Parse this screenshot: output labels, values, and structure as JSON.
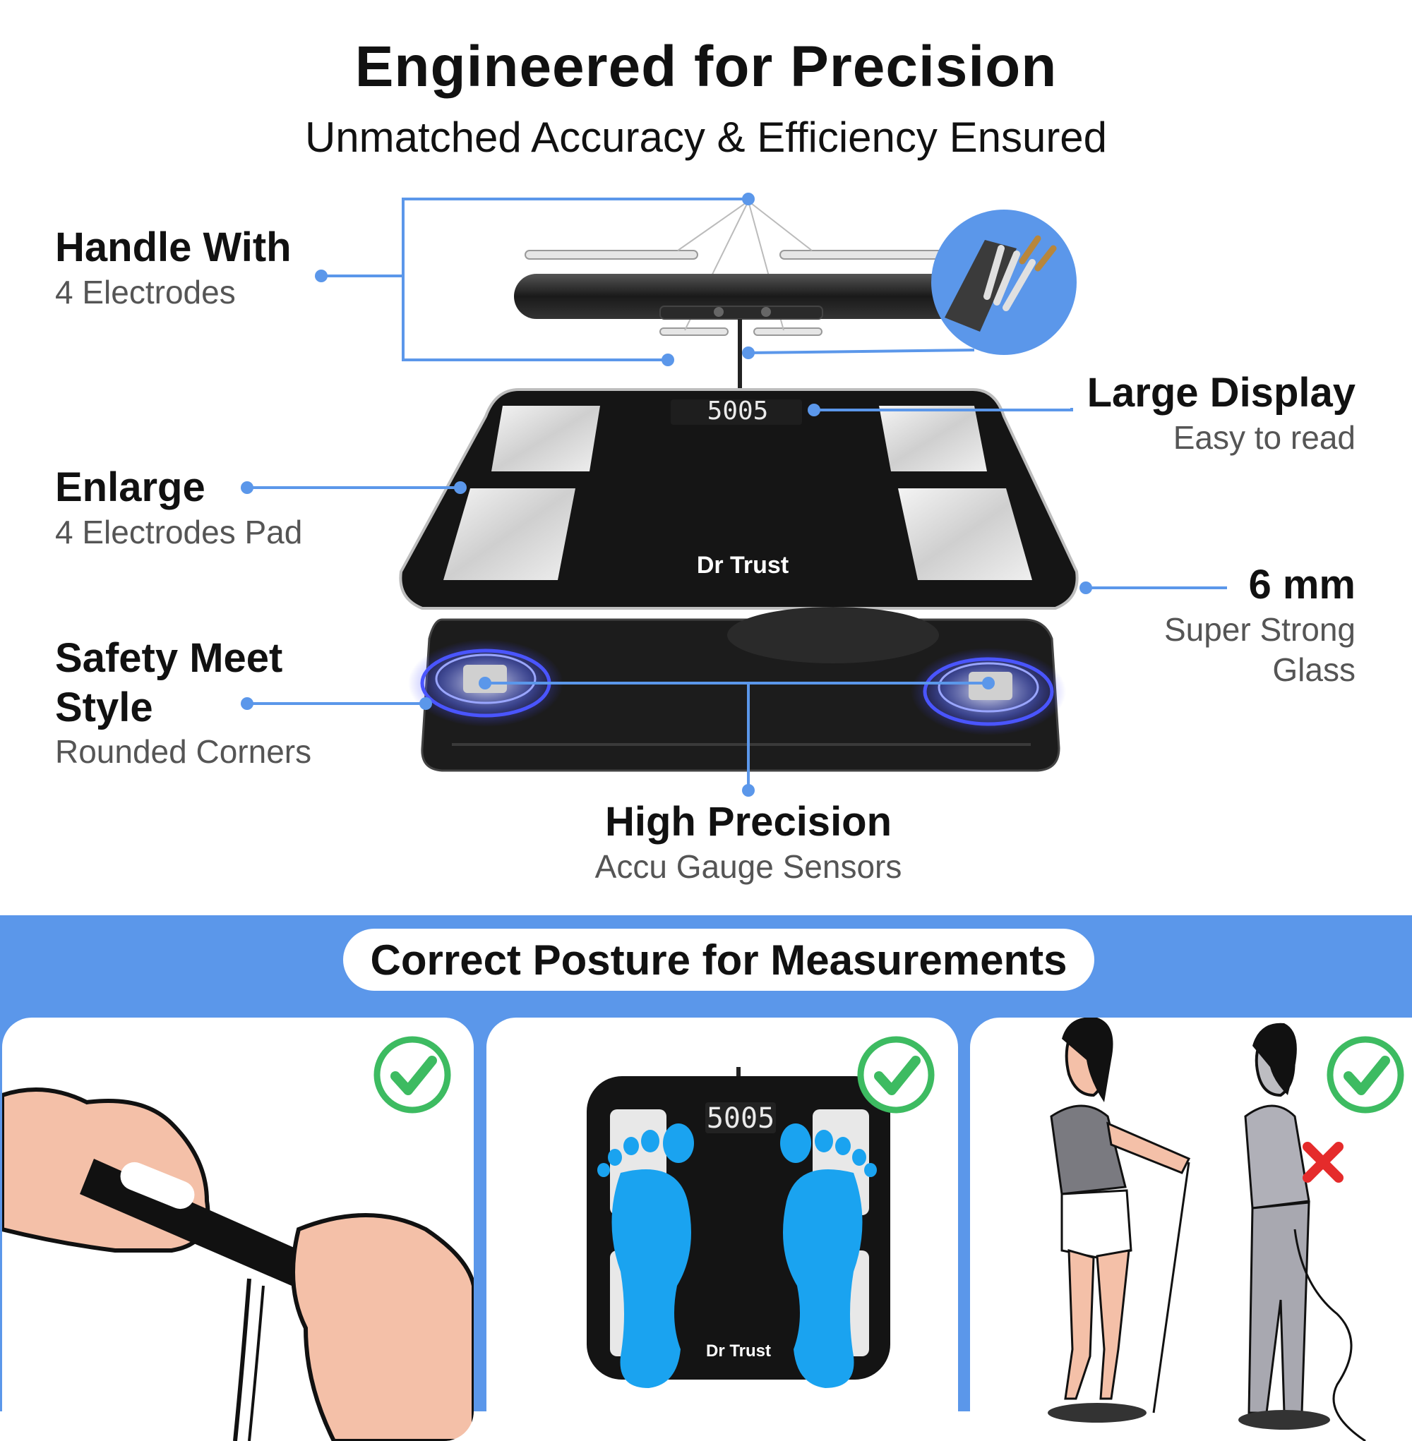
{
  "header": {
    "title": "Engineered for Precision",
    "subtitle": "Unmatched Accuracy & Efficiency Ensured"
  },
  "features": {
    "handle": {
      "title": "Handle With",
      "sub": "4 Electrodes"
    },
    "enlarge": {
      "title": "Enlarge",
      "sub": "4 Electrodes Pad"
    },
    "safety": {
      "title_line1": "Safety Meet",
      "title_line2": "Style",
      "sub": "Rounded Corners"
    },
    "display": {
      "title": "Large Display",
      "sub": "Easy to read"
    },
    "glass": {
      "title": "6 mm",
      "sub_line1": "Super Strong",
      "sub_line2": "Glass"
    },
    "precision": {
      "title": "High Precision",
      "sub": "Accu Gauge Sensors"
    }
  },
  "product": {
    "brand": "Dr Trust",
    "display_reading": "5005"
  },
  "posture": {
    "heading": "Correct Posture for Measurements"
  },
  "colors": {
    "accent_blue": "#5b97ea",
    "check_green": "#3dbb61",
    "cross_red": "#e52b2b",
    "foot_blue": "#1aa3f0",
    "skin": "#f4c0a8"
  },
  "icons": [
    "check-circle-icon",
    "cross-icon",
    "foot-icon",
    "hand-icon"
  ]
}
